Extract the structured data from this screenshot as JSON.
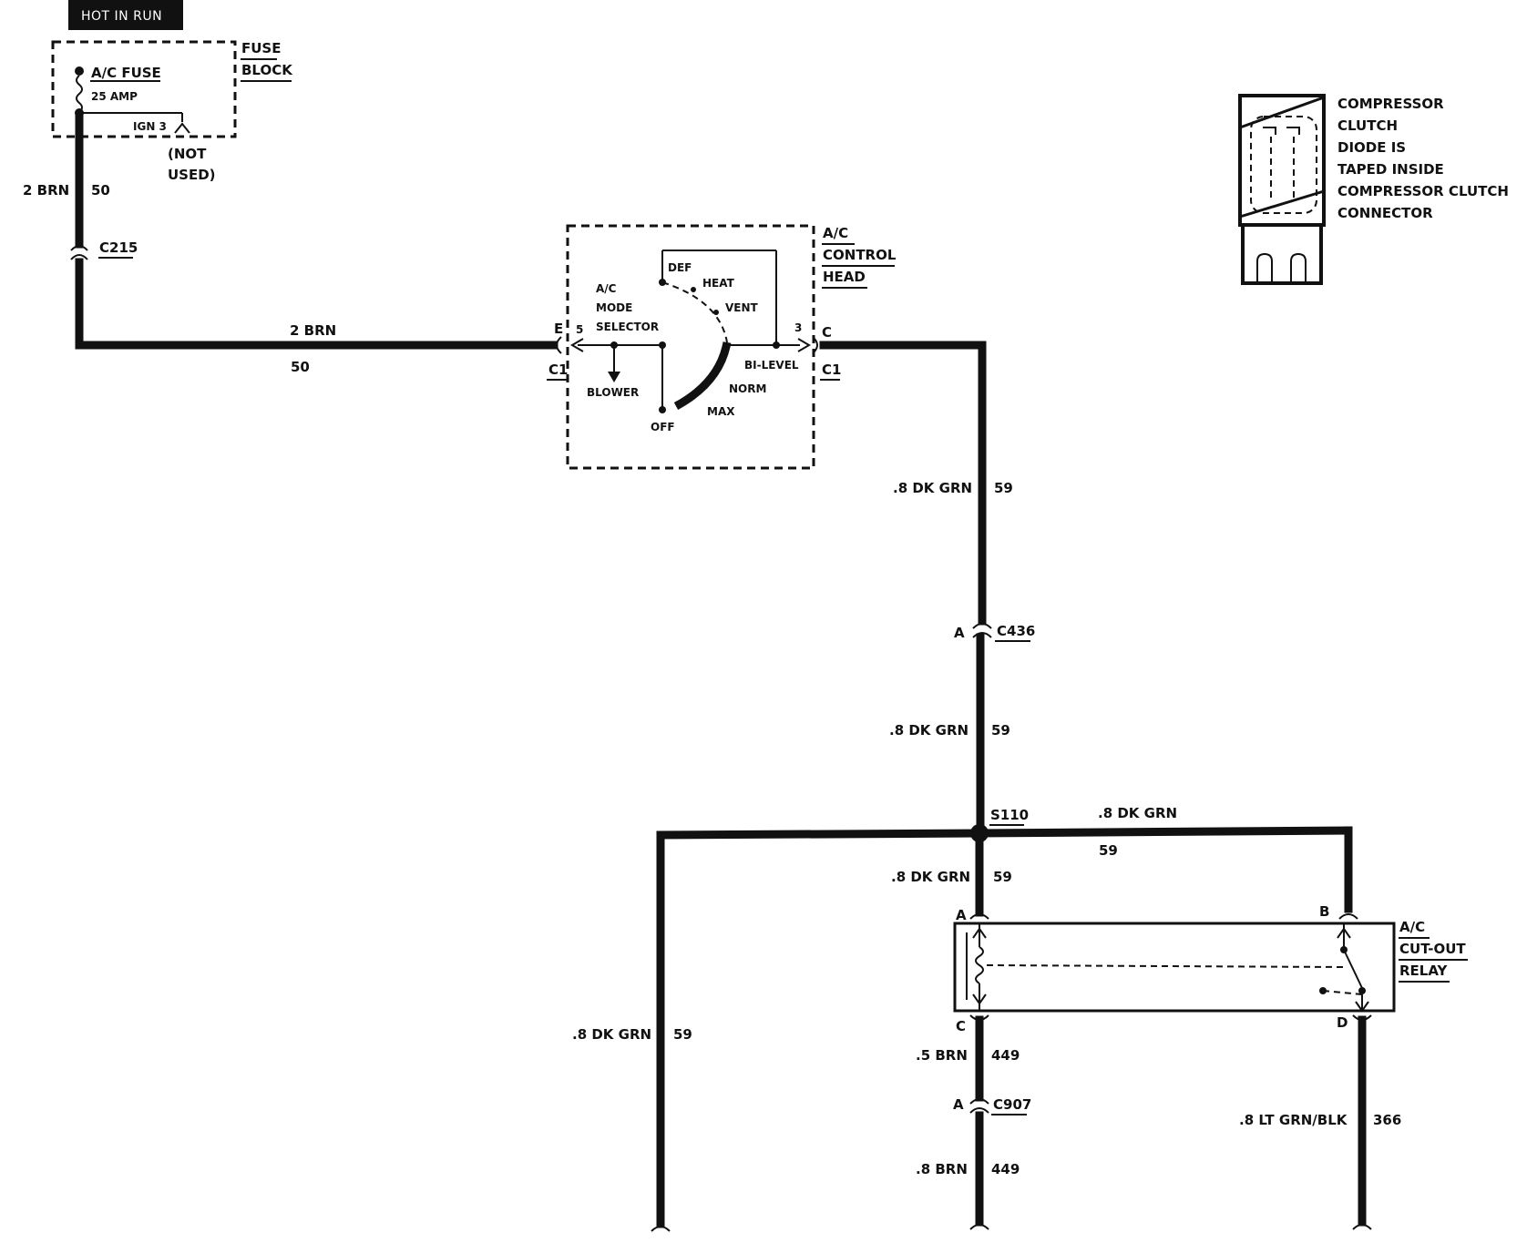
{
  "header": {
    "hot_label": "HOT IN RUN"
  },
  "fuse_block": {
    "title_line1": "FUSE",
    "title_line2": "BLOCK",
    "fuse_name": "A/C FUSE",
    "fuse_rating": "25 AMP",
    "ign_terminal": "IGN 3",
    "not_used_line1": "(NOT",
    "not_used_line2": "USED)"
  },
  "wires": {
    "fuse_out_gauge": "2 BRN",
    "fuse_out_circuit": "50",
    "brn_to_head_gauge": "2 BRN",
    "brn_to_head_circuit": "50",
    "head_out_gauge": ".8 DK GRN",
    "head_out_circuit": "59",
    "c436_out_gauge": ".8 DK GRN",
    "c436_out_circuit": "59",
    "s110_right_gauge": ".8 DK GRN",
    "s110_right_circuit": "59",
    "s110_down_gauge": ".8 DK GRN",
    "s110_down_circuit": "59",
    "s110_left_gauge": ".8 DK GRN",
    "s110_left_circuit": "59",
    "relay_c_gauge": ".5 BRN",
    "relay_c_circuit": "449",
    "c907_out_gauge": ".8 BRN",
    "c907_out_circuit": "449",
    "relay_d_gauge": ".8 LT GRN/BLK",
    "relay_d_circuit": "366"
  },
  "connectors": {
    "c215": "C215",
    "c1_left": "C1",
    "c1_right": "C1",
    "pin_e": "E",
    "pin_c": "C",
    "c436": "C436",
    "c436_pin": "A",
    "s110": "S110",
    "c907": "C907",
    "c907_pin": "A"
  },
  "control_head": {
    "title_line1": "A/C",
    "title_line2": "CONTROL",
    "title_line3": "HEAD",
    "pin_5": "5",
    "pin_3": "3",
    "selector_line1": "A/C",
    "selector_line2": "MODE",
    "selector_line3": "SELECTOR",
    "pos_def": "DEF",
    "pos_heat": "HEAT",
    "pos_vent": "VENT",
    "pos_bilevel": "BI-LEVEL",
    "pos_norm": "NORM",
    "pos_max": "MAX",
    "pos_off": "OFF",
    "blower": "BLOWER"
  },
  "relay": {
    "title_line1": "A/C",
    "title_line2": "CUT-OUT",
    "title_line3": "RELAY",
    "pin_a": "A",
    "pin_b": "B",
    "pin_c": "C",
    "pin_d": "D"
  },
  "compressor_note": {
    "line1": "COMPRESSOR",
    "line2": "CLUTCH",
    "line3": "DIODE IS",
    "line4": "TAPED INSIDE",
    "line5": "COMPRESSOR CLUTCH",
    "line6": "CONNECTOR"
  },
  "colors": {
    "ink": "#111111",
    "paper": "#ffffff"
  }
}
